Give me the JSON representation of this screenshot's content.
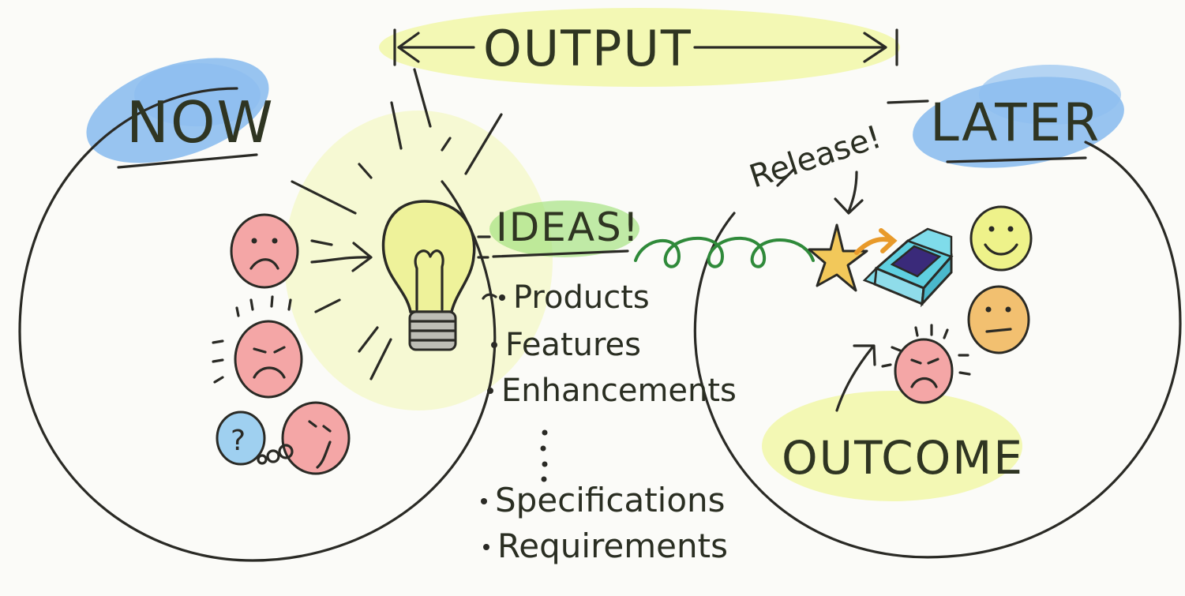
{
  "labels": {
    "output": "OUTPUT",
    "now": "NOW",
    "later": "LATER",
    "release": "Release!",
    "ideas": "IDEAS!",
    "outcome": "OUTCOME"
  },
  "idea_items": [
    "Products",
    "Features",
    "Enhancements",
    "Specifications",
    "Requirements"
  ],
  "colors": {
    "ink": "#2a2a25",
    "blue_highlight": "#7fb6ee",
    "yellow_highlight": "#f1f7a8",
    "green_highlight": "#9fe07a",
    "sad_face": "#f4a6a6",
    "happy_face": "#eef28a",
    "neutral_face": "#f2c070",
    "star": "#f2c85a",
    "box_cyan": "#5fd0e0",
    "box_purple": "#3a2a7a"
  }
}
